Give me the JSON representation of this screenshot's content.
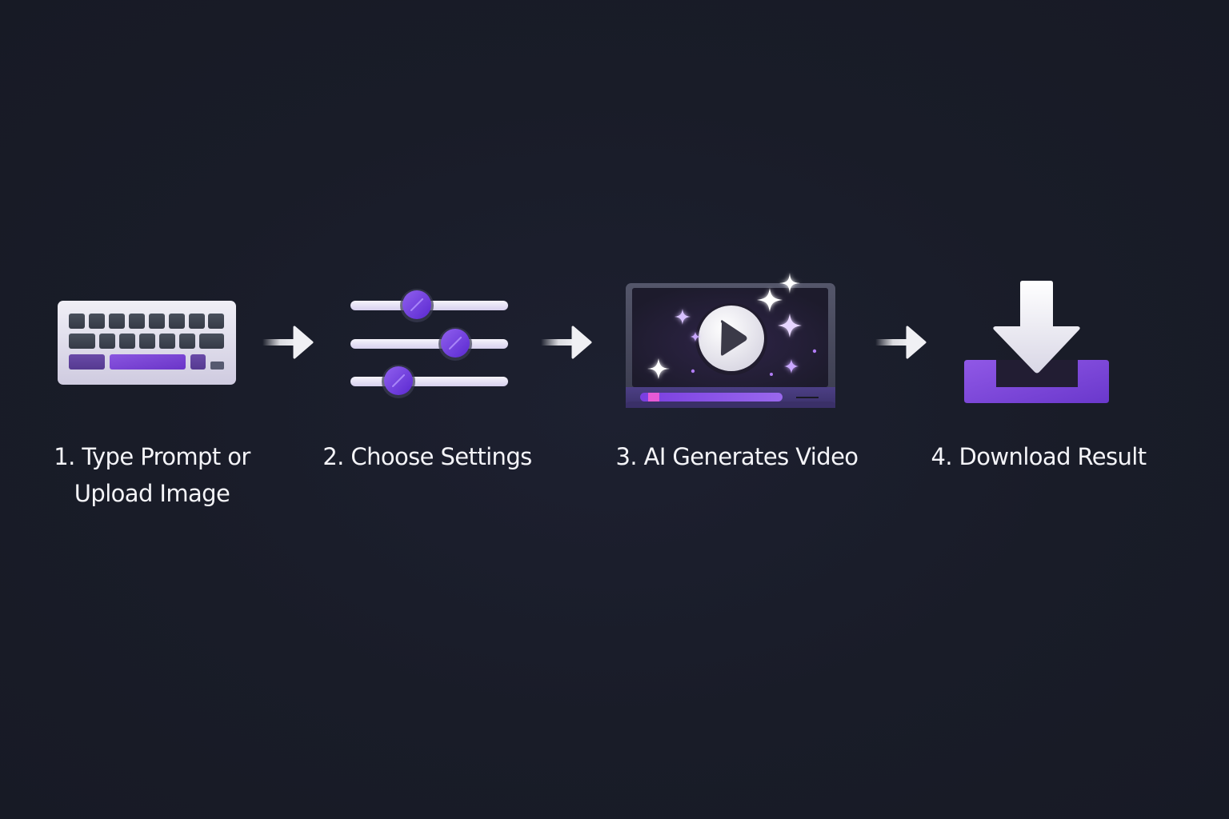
{
  "diagram": {
    "type": "process-flow",
    "direction": "left-to-right",
    "colors": {
      "background": "#1a1d29",
      "accent_purple": "#7c4ddb",
      "accent_purple_light": "#9b6cf0",
      "icon_light": "#e6e4f0",
      "key_dark": "#3d4350",
      "text": "#f4f4f8",
      "progress_pink": "#e75ad6"
    },
    "steps": [
      {
        "number": "1",
        "label_line1": "1. Type Prompt or",
        "label_line2": "Upload Image",
        "icon": "keyboard-icon"
      },
      {
        "number": "2",
        "label_line1": "2. Choose Settings",
        "icon": "sliders-icon"
      },
      {
        "number": "3",
        "label_line1": "3. AI Generates Video",
        "icon": "video-player-sparkles-icon"
      },
      {
        "number": "4",
        "label_line1": "4. Download Result",
        "icon": "download-icon"
      }
    ],
    "connectors": [
      {
        "from": 1,
        "to": 2,
        "icon": "arrow-right-icon"
      },
      {
        "from": 2,
        "to": 3,
        "icon": "arrow-right-icon"
      },
      {
        "from": 3,
        "to": 4,
        "icon": "arrow-right-icon"
      }
    ]
  }
}
